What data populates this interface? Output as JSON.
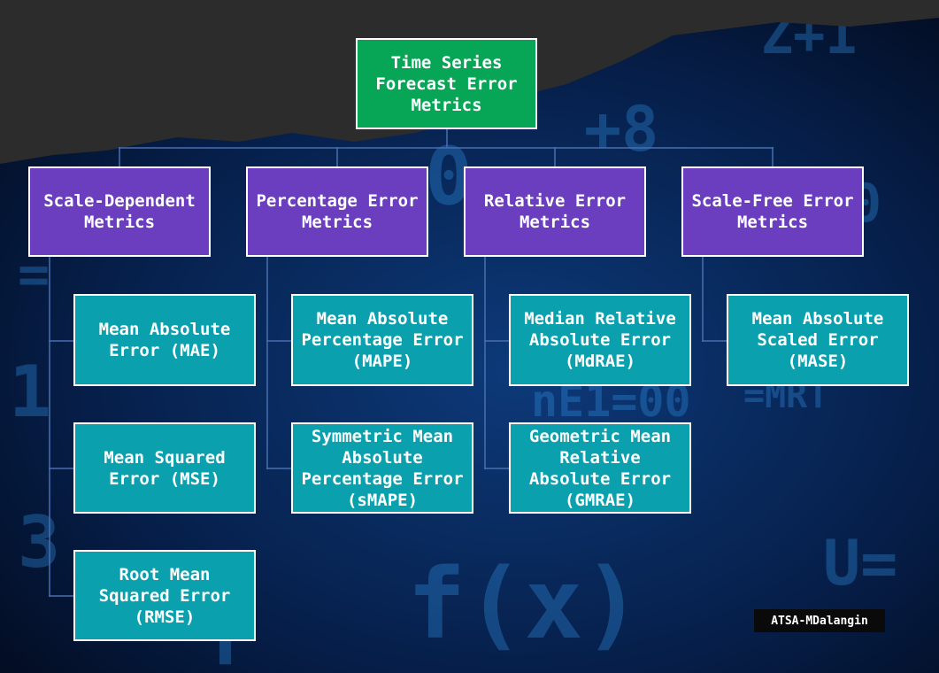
{
  "root": {
    "label": "Time Series\nForecast Error\nMetrics"
  },
  "categories": [
    {
      "label": "Scale-Dependent\nMetrics"
    },
    {
      "label": "Percentage Error\nMetrics"
    },
    {
      "label": "Relative Error\nMetrics"
    },
    {
      "label": "Scale-Free Error\nMetrics"
    }
  ],
  "metrics": {
    "scale_dependent": [
      {
        "label": "Mean Absolute\nError (MAE)"
      },
      {
        "label": "Mean Squared\nError (MSE)"
      },
      {
        "label": "Root Mean\nSquared Error\n(RMSE)"
      }
    ],
    "percentage": [
      {
        "label": "Mean Absolute\nPercentage Error\n(MAPE)"
      },
      {
        "label": "Symmetric Mean\nAbsolute\nPercentage Error\n(sMAPE)"
      }
    ],
    "relative": [
      {
        "label": "Median Relative\nAbsolute Error\n(MdRAE)"
      },
      {
        "label": "Geometric Mean\nRelative\nAbsolute Error\n(GMRAE)"
      }
    ],
    "scale_free": [
      {
        "label": "Mean Absolute\nScaled Error\n(MASE)"
      }
    ]
  },
  "watermark": "ATSA-MDalangin",
  "colors": {
    "root": "#07a556",
    "category": "#6b3ec0",
    "metric": "#0aa0ad",
    "connector": "#4a6fb0",
    "background_top": "#2b2b2b",
    "background_bottom": "#04142e"
  }
}
